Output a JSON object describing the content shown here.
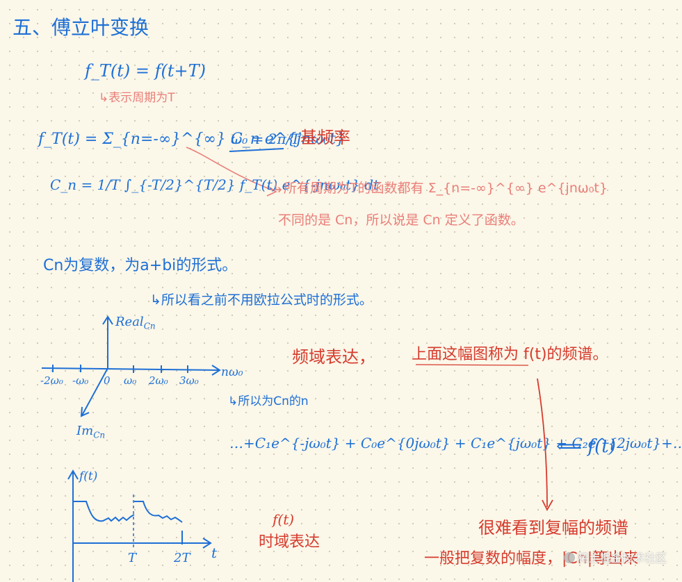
{
  "section_title": "五、傅立叶变换",
  "line_fT_def": "f_T(t) = f(t+T)",
  "note_period": "↳表示周期为T",
  "series_formula": "f_T(t) = Σ_{n=-∞}^{∞} C_n e^{jnω₀t}",
  "omega_def": "ω₀ = 2π/T",
  "omega_label": "基频率",
  "cn_formula": "C_n = 1/T ∫_{-T/2}^{T/2} f_T(t) e^{-jnω₀t} dt",
  "note_all_periodic_1": "↳所有周期为T的函数都有 Σ_{n=-∞}^{∞} e^{jnω₀t}",
  "note_all_periodic_2": "不同的是 Cn，所以说是 Cn 定义了函数。",
  "cn_complex": "Cn为复数，为a+bi的形式。",
  "cn_euler_note": "↳所以看之前不用欧拉公式时的形式。",
  "axis_real": "Real",
  "axis_real_sub": "Cn",
  "axis_imag": "Im",
  "axis_imag_sub": "Cn",
  "axis_n": "nω₀",
  "ticks": [
    "-2ω₀",
    "-ω₀",
    "0",
    "ω₀",
    "2ω₀",
    "3ω₀"
  ],
  "note_cn_n": "↳所以为Cn的n",
  "freq_domain": "频域表达，",
  "spectrum_note": "上面这幅图称为 f(t)的频谱。",
  "expansion": "…+C₁e^{-jω₀t} + C₀e^{0jω₀t} + C₁e^{jω₀t} + C₂e^{2jω₀t}+…",
  "arrow_f": "⟸ f(t)",
  "plot_y_label": "f(t)",
  "plot_x_label": "t",
  "plot_ticks": [
    "T",
    "2T"
  ],
  "time_f": "f(t)",
  "time_domain": "时域表达",
  "conclusion_1": "很难看到复幅的频谱",
  "conclusion_2": "一般把复数的幅度，|Cn|等出来",
  "watermark": "稀土掘金技术社区",
  "colors": {
    "blue_ink": "#1d6fd6",
    "red_ink": "#d63a2c",
    "pink_ink": "#ea7e78",
    "paper": "#fbf7e9"
  }
}
